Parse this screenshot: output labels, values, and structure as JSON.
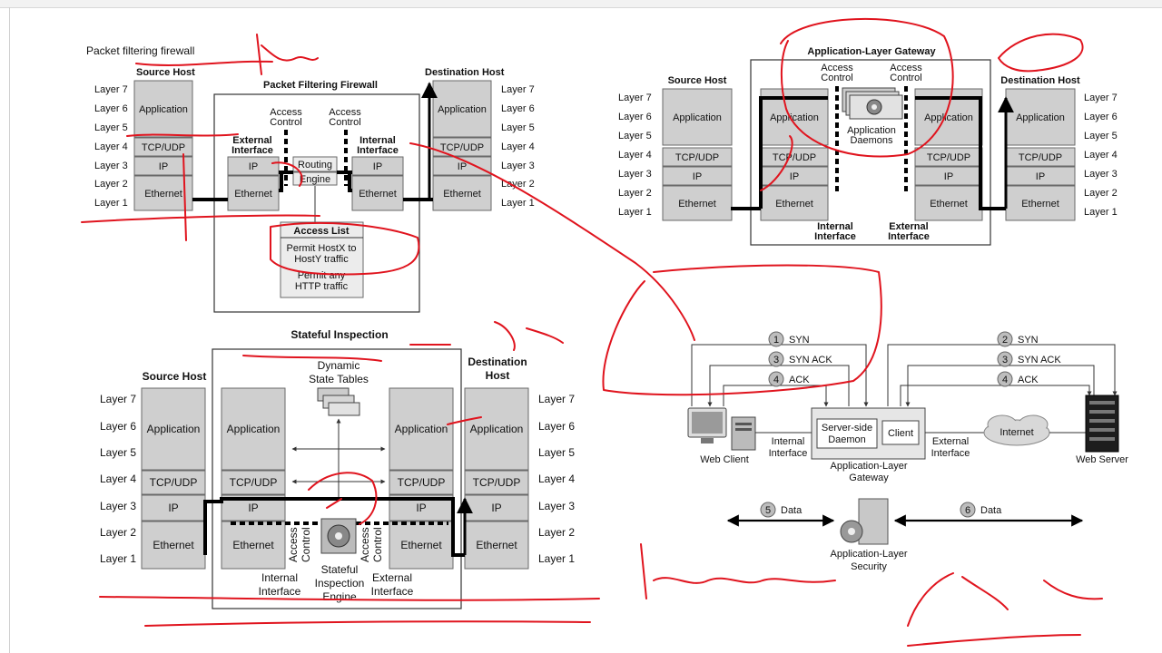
{
  "layers": [
    "Layer 7",
    "Layer 6",
    "Layer 5",
    "Layer 4",
    "Layer 3",
    "Layer 2",
    "Layer 1"
  ],
  "stack": {
    "app": "Application",
    "tcp": "TCP/UDP",
    "ip": "IP",
    "eth": "Ethernet"
  },
  "pf": {
    "title": "Packet filtering firewall",
    "source_host": "Source Host",
    "firewall": "Packet Filtering Firewall",
    "dest_host": "Destination Host",
    "access_control": [
      "Access",
      "Control"
    ],
    "external_interface": [
      "External",
      "Interface"
    ],
    "internal_interface": [
      "Internal",
      "Interface"
    ],
    "routing": "Routing",
    "engine": "Engine",
    "access_list_title": "Access List",
    "rule1": [
      "Permit HostX to",
      "HostY traffic"
    ],
    "rule2": [
      "Permit any",
      "HTTP traffic"
    ]
  },
  "alg": {
    "title": "Application-Layer Gateway",
    "source_host": "Source Host",
    "dest_host": "Destination Host",
    "access_control": [
      "Access",
      "Control"
    ],
    "daemons": [
      "Application",
      "Daemons"
    ],
    "internal_interface": [
      "Internal",
      "Interface"
    ],
    "external_interface": [
      "External",
      "Interface"
    ]
  },
  "si": {
    "title": "Stateful Inspection",
    "source_host": "Source Host",
    "dest_host": [
      "Destination",
      "Host"
    ],
    "state_tables": [
      "Dynamic",
      "State Tables"
    ],
    "access_control": [
      "Access",
      "Control"
    ],
    "internal_interface": [
      "Internal",
      "Interface"
    ],
    "external_interface": [
      "External",
      "Interface"
    ],
    "engine": [
      "Stateful",
      "Inspection",
      "Engine"
    ]
  },
  "handshake": {
    "left": [
      {
        "n": "1",
        "t": "SYN"
      },
      {
        "n": "3",
        "t": "SYN ACK"
      },
      {
        "n": "4",
        "t": "ACK"
      }
    ],
    "right": [
      {
        "n": "2",
        "t": "SYN"
      },
      {
        "n": "3",
        "t": "SYN ACK"
      },
      {
        "n": "4",
        "t": "ACK"
      }
    ],
    "web_client": "Web Client",
    "internal_interface": [
      "Internal",
      "Interface"
    ],
    "server_daemon": [
      "Server-side",
      "Daemon"
    ],
    "client": "Client",
    "gateway": [
      "Application-Layer",
      "Gateway"
    ],
    "external_interface": [
      "External",
      "Interface"
    ],
    "internet": "Internet",
    "web_server": "Web Server",
    "data5": {
      "n": "5",
      "t": "Data"
    },
    "data6": {
      "n": "6",
      "t": "Data"
    },
    "security": [
      "Application-Layer",
      "Security"
    ]
  },
  "colors": {
    "ink": "#e0141e",
    "stack": "#cfcfcf"
  }
}
